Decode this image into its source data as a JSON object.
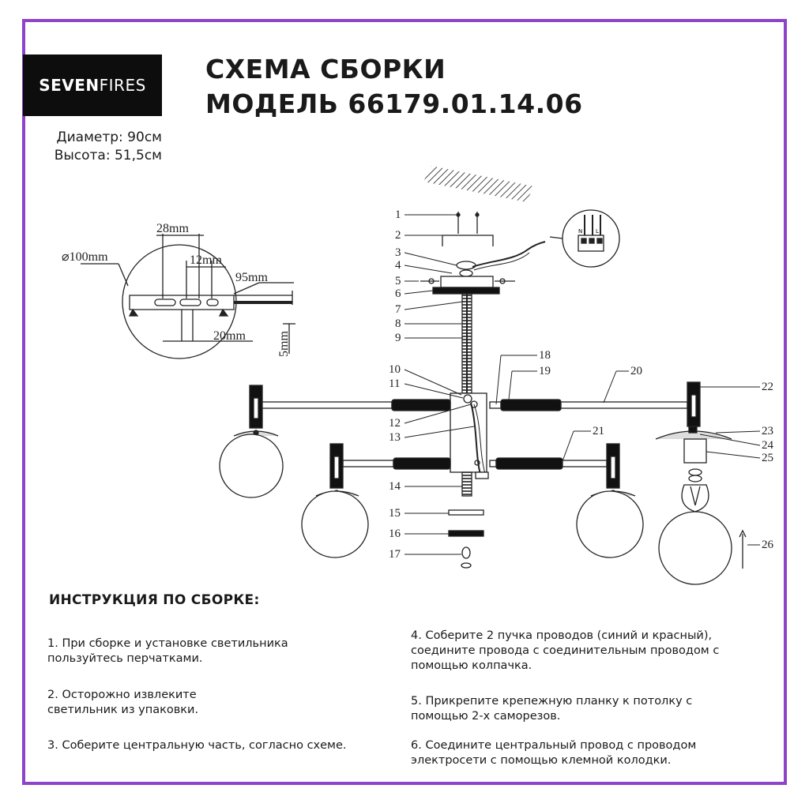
{
  "brand": {
    "bold": "SEVEN",
    "normal": "FIRES"
  },
  "specs": {
    "diameter": "Диаметр: 90см",
    "height": "Высота: 51,5см"
  },
  "title": {
    "line1": "СХЕМА СБОРКИ",
    "line2": "МОДЕЛЬ 66179.01.14.06"
  },
  "detail_dimensions": {
    "diameter": "⌀100mm",
    "d28": "28mm",
    "d12": "12mm",
    "d95": "95mm",
    "d20": "20mm",
    "d5": "5mm"
  },
  "wire_labels": {
    "n": "N",
    "l": "L"
  },
  "callouts": [
    "1",
    "2",
    "3",
    "4",
    "5",
    "6",
    "7",
    "8",
    "9",
    "10",
    "11",
    "12",
    "13",
    "14",
    "15",
    "16",
    "17",
    "18",
    "19",
    "20",
    "21",
    "22",
    "23",
    "24",
    "25",
    "26"
  ],
  "instructions": {
    "title": "ИНСТРУКЦИЯ ПО СБОРКЕ:",
    "steps": [
      "1. При сборке и установке светильника пользуйтесь перчатками.",
      "2. Осторожно извлеките светильник из упаковки.",
      "3. Соберите центральную часть, согласно схеме.",
      "4. Соберите 2 пучка проводов (синий и красный), соедините провода с соединительным проводом с помощью колпачка.",
      "5. Прикрепите крепежную планку к потолку с помощью 2-х саморезов.",
      "6. Соедините центральный провод с проводом электросети с помощью клемной колодки."
    ]
  },
  "colors": {
    "frame": "#8e44c9",
    "logo_bg": "#0d0d0d"
  }
}
